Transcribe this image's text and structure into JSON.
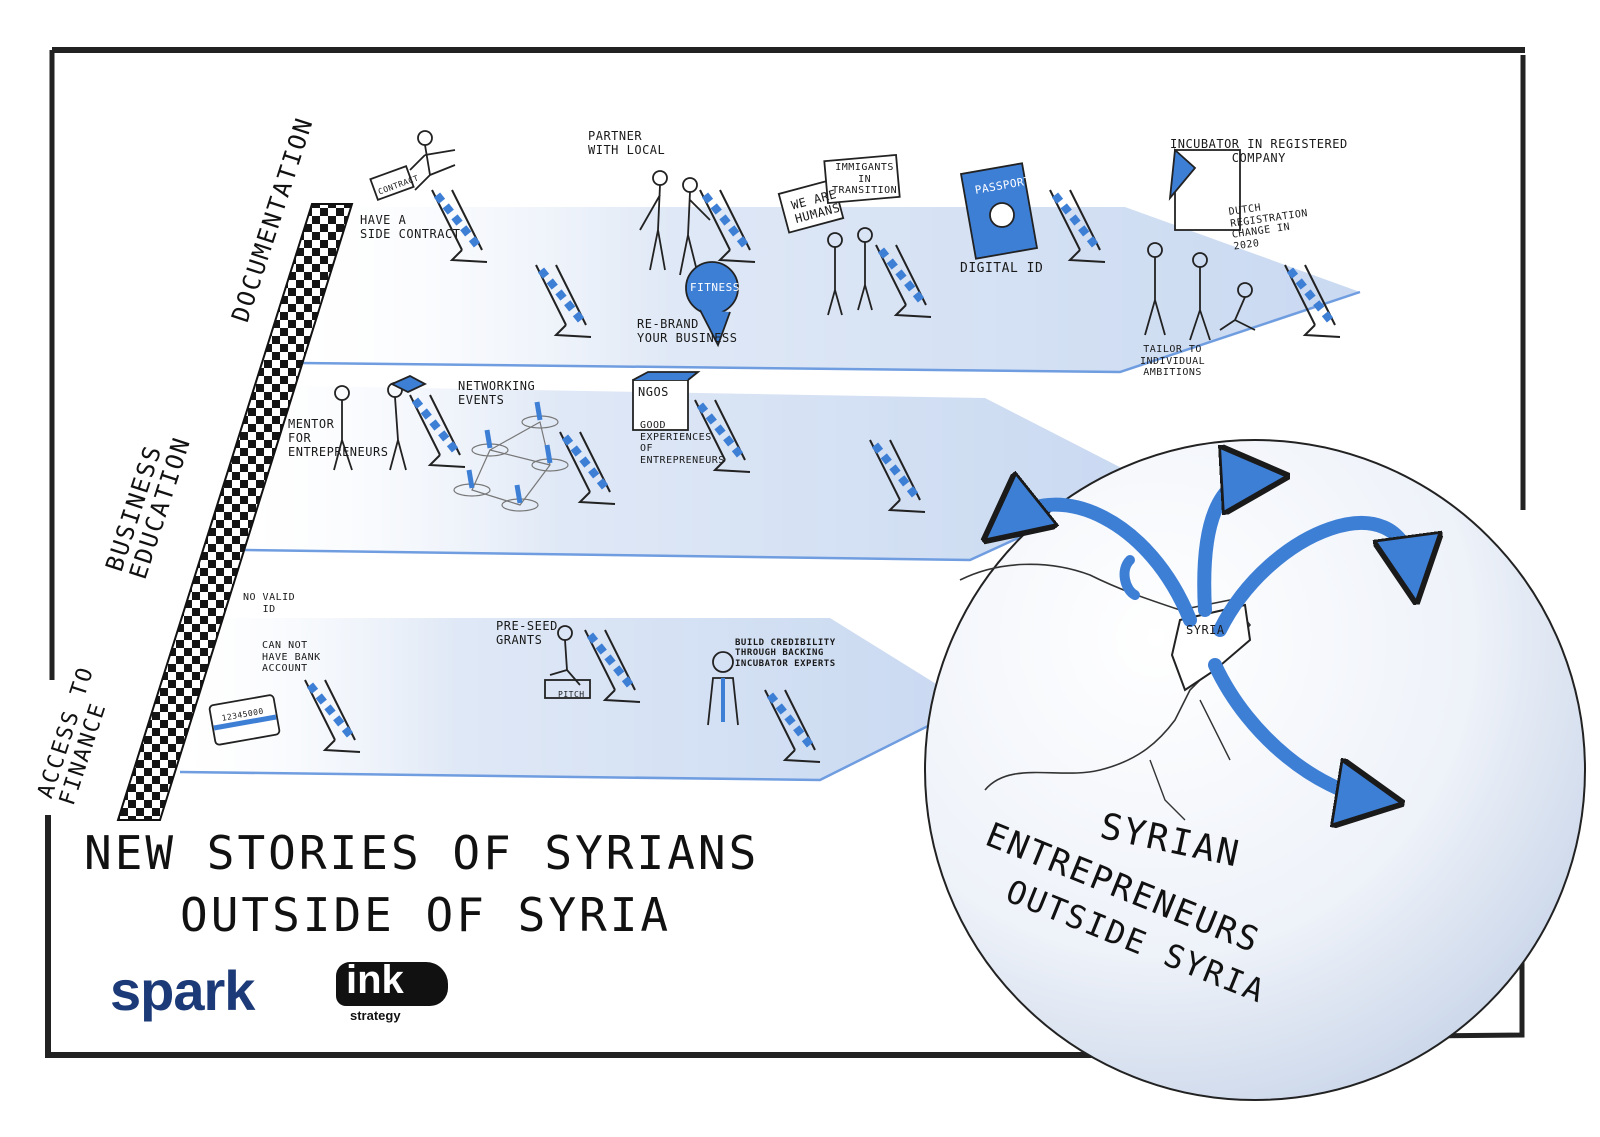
{
  "title": {
    "line1": "NEW STORIES OF SYRIANS",
    "line2": "OUTSIDE OF SYRIA"
  },
  "lanes": {
    "documentation": "DOCUMENTATION",
    "business_education": "BUSINESS\nEDUCATION",
    "access_to_finance": "ACCESS TO\nFINANCE"
  },
  "documentation_items": {
    "contract_paper": "CONTRACT",
    "side_contract": "HAVE A\nSIDE CONTRACT",
    "partner_local": "PARTNER\nWITH LOCAL",
    "fitness": "FITNESS",
    "rebrand": "RE-BRAND\nYOUR BUSINESS",
    "we_are_humans": "WE ARE\nHUMANS",
    "immigrants_transition": "IMMIGANTS\nIN\nTRANSITION",
    "passport": "PASSPORT",
    "digital_id": "DIGITAL ID",
    "incubator": "INCUBATOR IN REGISTERED\nCOMPANY",
    "dutch_registration": "DUTCH\nREGISTRATION\nCHANGE IN\n2020",
    "tailor": "TAILOR TO\nINDIVIDUAL\nAMBITIONS"
  },
  "education_items": {
    "mentor": "MENTOR\nFOR\nENTREPRENEURS",
    "networking": "NETWORKING\nEVENTS",
    "ngos": "NGOS",
    "good_experience": "GOOD\nEXPERIENCES\nOF\nENTREPRENEURS"
  },
  "finance_items": {
    "no_valid_id": "NO VALID\nID",
    "no_bank": "CAN NOT\nHAVE BANK\nACCOUNT",
    "card_number": "12345000",
    "preseed": "PRE-SEED\nGRANTS",
    "pitch": "PITCH",
    "credibility": "BUILD CREDIBILITY\nTHROUGH BACKING\nINCUBATOR EXPERTS"
  },
  "globe": {
    "syria_label": "SYRIA",
    "line1": "SYRIAN",
    "line2": "ENTREPRENEURS",
    "line3": "OUTSIDE SYRIA"
  },
  "logos": {
    "spark": "spark",
    "ink": "ink",
    "ink_sub": "strategy"
  },
  "colors": {
    "accent": "#3e7fd6",
    "lane": "#dce7f7",
    "ink": "#111111"
  }
}
